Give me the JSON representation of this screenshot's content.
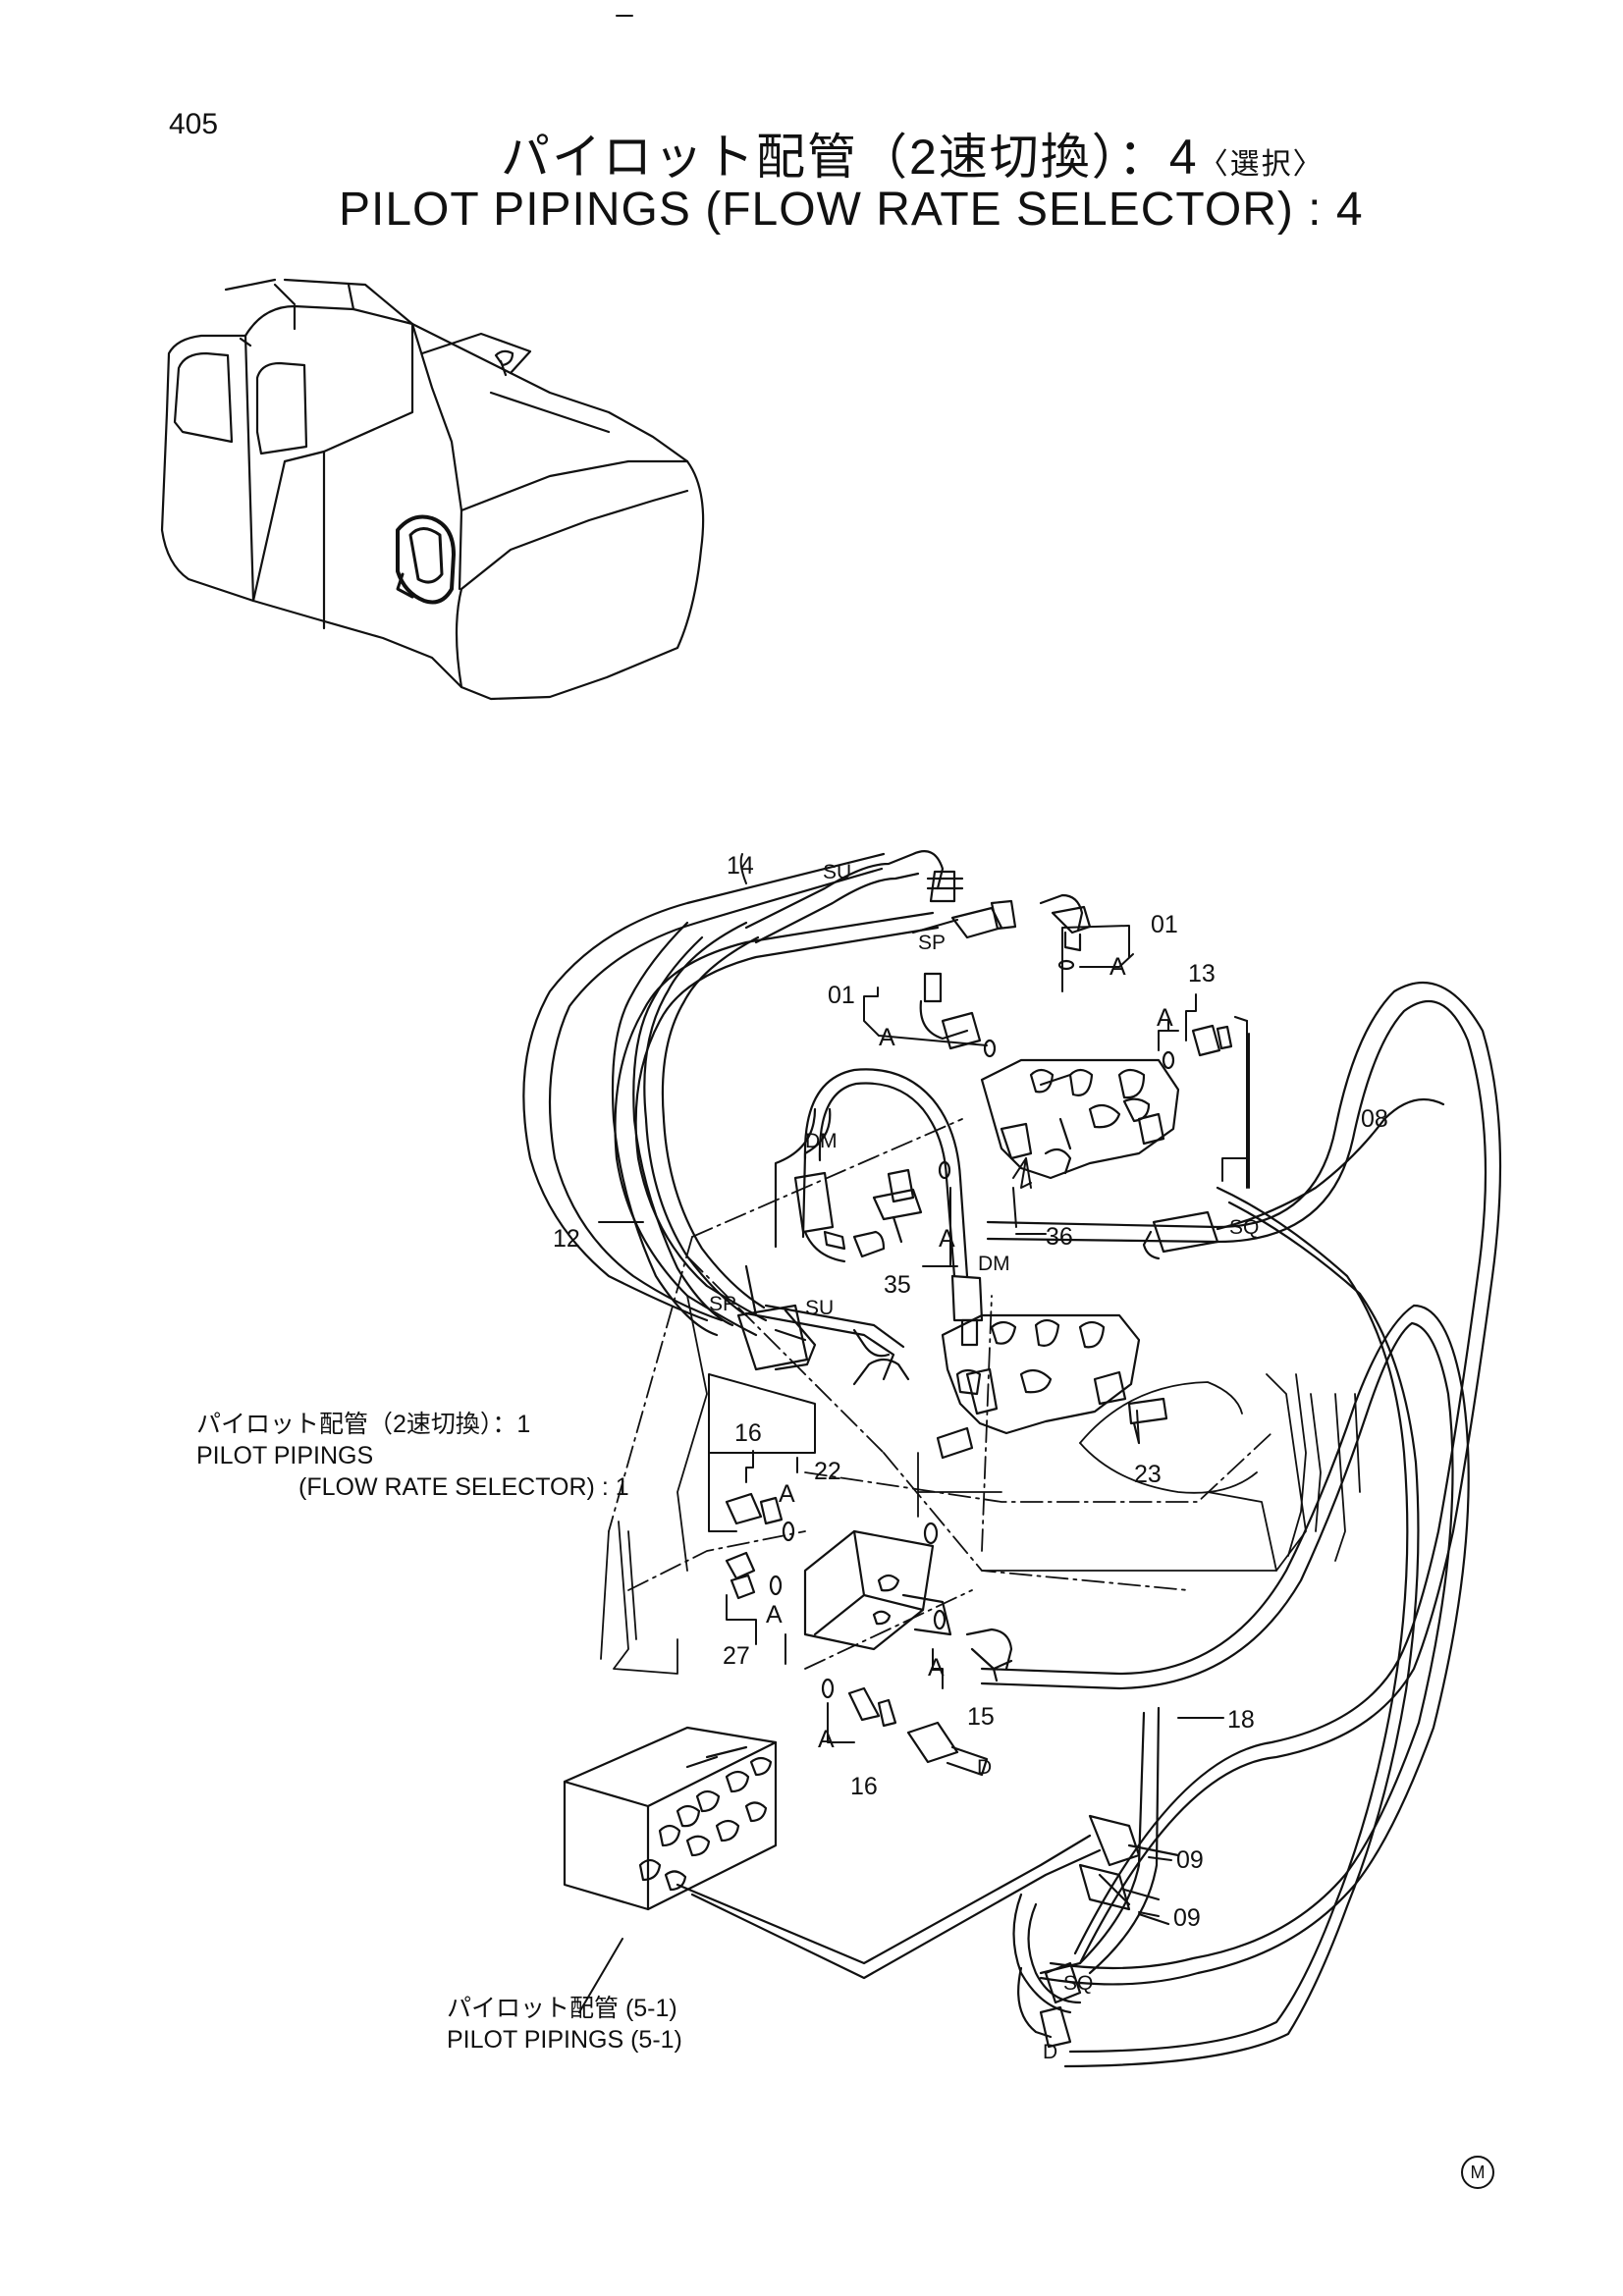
{
  "page": {
    "number": "405",
    "title_jp": "パイロット配管（2速切換）：4",
    "title_jp_suffix": "〈選択〉",
    "title_en": "PILOT PIPINGS (FLOW RATE SELECTOR) : 4",
    "mark": "M"
  },
  "references": {
    "ref1_jp": "パイロット配管（2速切換）：1",
    "ref1_en_1": "PILOT PIPINGS",
    "ref1_en_2": "(FLOW RATE SELECTOR) : 1",
    "ref2_jp": "パイロット配管 (5-1)",
    "ref2_en": "PILOT PIPINGS (5-1)"
  },
  "part_numbers": {
    "p14": "14",
    "p01a": "01",
    "p01b": "01",
    "p13": "13",
    "p08": "08",
    "p12": "12",
    "p36": "36",
    "p35": "35",
    "p16a": "16",
    "p22": "22",
    "p23": "23",
    "p27": "27",
    "p15": "15",
    "p16b": "16",
    "p18": "18",
    "p09a": "09",
    "p09b": "09"
  },
  "port_labels": {
    "su1": "SU",
    "sp1": "SP",
    "dm1": "DM",
    "dm2": "DM",
    "sp2": "SP",
    "su2": "SU",
    "sq1": "SQ",
    "d1": "D",
    "sq2": "SQ",
    "d2": "D",
    "a1": "A",
    "a2": "A",
    "a3": "A",
    "a4": "A",
    "a5": "A",
    "a6": "A",
    "a7": "A",
    "a8": "A"
  },
  "icons": [
    "excavator-overview-icon",
    "flow-rate-selector-valve-icon",
    "pilot-hose-icon",
    "pilot-valve-block-icon",
    "o-ring-icon"
  ]
}
